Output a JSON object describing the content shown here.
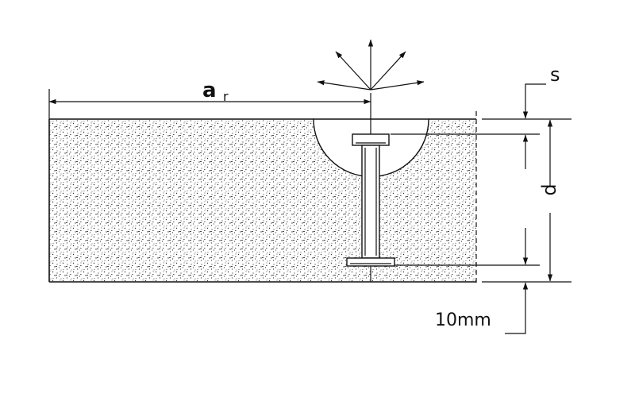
{
  "labels": {
    "edge_distance_main": "a",
    "edge_distance_sub": "r",
    "cover": "s",
    "depth": "d",
    "bottom_cover": "10mm"
  }
}
